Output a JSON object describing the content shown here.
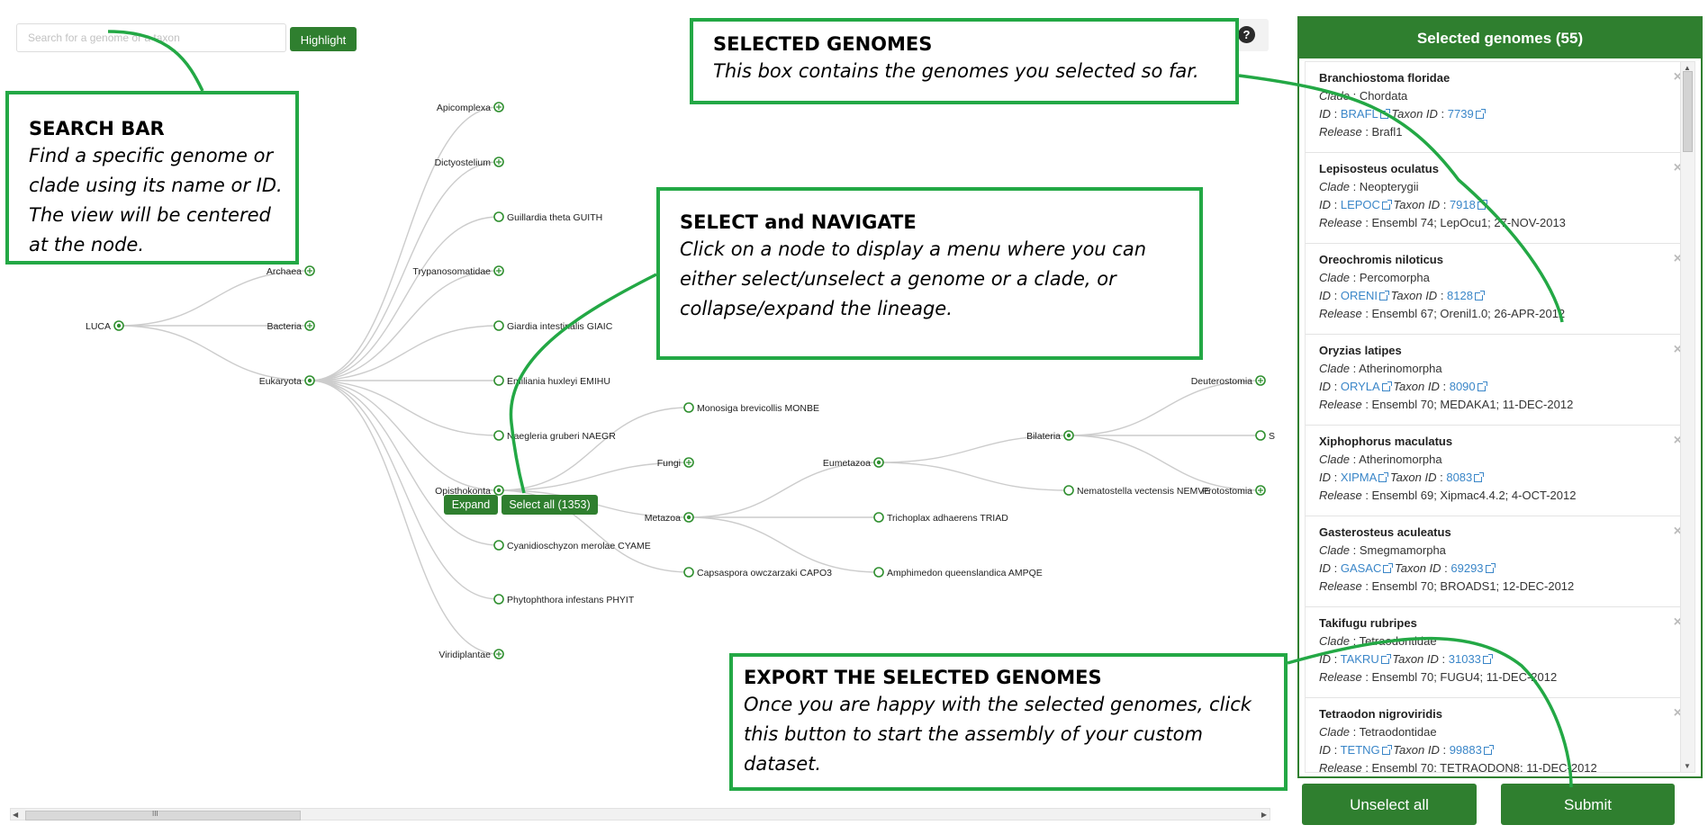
{
  "search": {
    "placeholder": "Search for a genome or a taxon",
    "highlight_label": "Highlight"
  },
  "help": {
    "icon": "question-circle-icon",
    "glyph": "?"
  },
  "tree": {
    "nodes": [
      {
        "id": "luca",
        "label": "LUCA",
        "kind": "expanded"
      },
      {
        "id": "archaea",
        "label": "Archaea",
        "kind": "collapsed"
      },
      {
        "id": "bacteria",
        "label": "Bacteria",
        "kind": "collapsed"
      },
      {
        "id": "eukaryota",
        "label": "Eukaryota",
        "kind": "expanded"
      },
      {
        "id": "apicomplexa",
        "label": "Apicomplexa",
        "kind": "collapsed"
      },
      {
        "id": "dictyostelium",
        "label": "Dictyostelium",
        "kind": "collapsed"
      },
      {
        "id": "guillardia",
        "label": "Guillardia theta GUITH",
        "kind": "leaf"
      },
      {
        "id": "trypanosomatidae",
        "label": "Trypanosomatidae",
        "kind": "collapsed"
      },
      {
        "id": "giardia",
        "label": "Giardia intestinalis GIAIC",
        "kind": "leaf"
      },
      {
        "id": "emiliania",
        "label": "Emiliania huxleyi EMIHU",
        "kind": "leaf"
      },
      {
        "id": "naegleria",
        "label": "Naegleria gruberi NAEGR",
        "kind": "leaf"
      },
      {
        "id": "opisthokonta",
        "label": "Opisthokonta",
        "kind": "expanded"
      },
      {
        "id": "cyanidioschyzon",
        "label": "Cyanidioschyzon merolae CYAME",
        "kind": "leaf"
      },
      {
        "id": "phytophthora",
        "label": "Phytophthora infestans PHYIT",
        "kind": "leaf"
      },
      {
        "id": "viridiplantae",
        "label": "Viridiplantae",
        "kind": "collapsed"
      },
      {
        "id": "monosiga",
        "label": "Monosiga brevicollis MONBE",
        "kind": "leaf"
      },
      {
        "id": "fungi",
        "label": "Fungi",
        "kind": "collapsed"
      },
      {
        "id": "metazoa",
        "label": "Metazoa",
        "kind": "expanded"
      },
      {
        "id": "capsaspora",
        "label": "Capsaspora owczarzaki CAPO3",
        "kind": "leaf"
      },
      {
        "id": "eumetazoa",
        "label": "Eumetazoa",
        "kind": "expanded"
      },
      {
        "id": "trichoplax",
        "label": "Trichoplax adhaerens TRIAD",
        "kind": "leaf"
      },
      {
        "id": "amphimedon",
        "label": "Amphimedon queenslandica AMPQE",
        "kind": "leaf"
      },
      {
        "id": "bilateria",
        "label": "Bilateria",
        "kind": "expanded"
      },
      {
        "id": "nematostella",
        "label": "Nematostella vectensis NEMVE",
        "kind": "leaf"
      },
      {
        "id": "deuterostomia",
        "label": "Deuterostomia",
        "kind": "collapsed"
      },
      {
        "id": "protostomia",
        "label": "Protostomia",
        "kind": "collapsed"
      },
      {
        "id": "s_partial",
        "label": "S",
        "kind": "leaf"
      }
    ],
    "menu": {
      "expand_label": "Expand",
      "select_all_label": "Select all (1353)"
    }
  },
  "panel": {
    "title": "Selected genomes (55)",
    "genomes": [
      {
        "name": "Branchiostoma floridae",
        "clade": "Chordata",
        "id": "BRAFL",
        "taxon_id": "7739",
        "release": "Brafl1"
      },
      {
        "name": "Lepisosteus oculatus",
        "clade": "Neopterygii",
        "id": "LEPOC",
        "taxon_id": "7918",
        "release": "Ensembl 74; LepOcu1; 27-NOV-2013"
      },
      {
        "name": "Oreochromis niloticus",
        "clade": "Percomorpha",
        "id": "ORENI",
        "taxon_id": "8128",
        "release": "Ensembl 67; Orenil1.0; 26-APR-2012"
      },
      {
        "name": "Oryzias latipes",
        "clade": "Atherinomorpha",
        "id": "ORYLA",
        "taxon_id": "8090",
        "release": "Ensembl 70; MEDAKA1; 11-DEC-2012"
      },
      {
        "name": "Xiphophorus maculatus",
        "clade": "Atherinomorpha",
        "id": "XIPMA",
        "taxon_id": "8083",
        "release": "Ensembl 69; Xipmac4.4.2; 4-OCT-2012"
      },
      {
        "name": "Gasterosteus aculeatus",
        "clade": "Smegmamorpha",
        "id": "GASAC",
        "taxon_id": "69293",
        "release": "Ensembl 70; BROADS1; 12-DEC-2012"
      },
      {
        "name": "Takifugu rubripes",
        "clade": "Tetraodontidae",
        "id": "TAKRU",
        "taxon_id": "31033",
        "release": "Ensembl 70; FUGU4; 11-DEC-2012"
      },
      {
        "name": "Tetraodon nigroviridis",
        "clade": "Tetraodontidae",
        "id": "TETNG",
        "taxon_id": "99883",
        "release": "Ensembl 70; TETRAODON8; 11-DEC-2012"
      }
    ],
    "keys": {
      "clade": "Clade",
      "id": "ID",
      "taxon_id": "Taxon ID",
      "release": "Release",
      "sep": " : "
    },
    "remove_glyph": "×",
    "unselect_all_label": "Unselect all",
    "submit_label": "Submit"
  },
  "scrollbar": {
    "grip": "III",
    "left_arrow": "◀",
    "right_arrow": "▶",
    "up_arrow": "▲",
    "down_arrow": "▼"
  },
  "callouts": {
    "search": {
      "title": "SEARCH BAR",
      "text": "Find a specific genome or clade using its name or ID. The view will be centered at the node."
    },
    "selected": {
      "title": "SELECTED GENOMES",
      "text": "This box contains the genomes you selected so far."
    },
    "navigate": {
      "title": "SELECT and NAVIGATE",
      "text": "Click on a node to display a menu where you can either select/unselect a genome or a clade, or collapse/expand the lineage."
    },
    "export": {
      "title": "EXPORT THE SELECTED GENOMES",
      "text": "Once you are happy with the selected genomes, click this button to start the assembly of your custom dataset."
    }
  },
  "colors": {
    "accent_green": "#2f7f2f",
    "callout_green": "#23a845",
    "link_blue": "#3a86c8"
  }
}
